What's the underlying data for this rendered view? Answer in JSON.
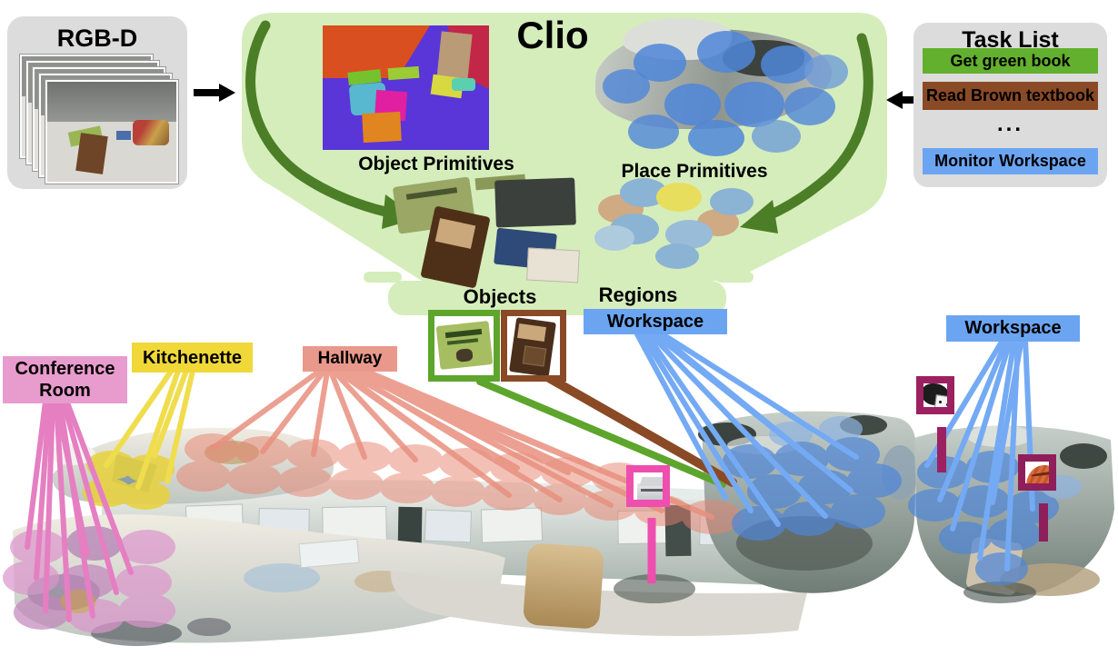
{
  "rgbd": {
    "title": "RGB-D"
  },
  "clio": {
    "title": "Clio",
    "object_primitives_label": "Object Primitives",
    "place_primitives_label": "Place Primitives"
  },
  "outputs": {
    "objects_label": "Objects",
    "regions_label": "Regions"
  },
  "task_list": {
    "title": "Task List",
    "items": [
      {
        "label": "Get green book",
        "color": "#63b02e"
      },
      {
        "label": "Read Brown textbook",
        "color": "#8a4a26"
      },
      {
        "label": "...",
        "color": "none"
      },
      {
        "label": "Monitor Workspace",
        "color": "#6ba5f2"
      }
    ]
  },
  "scene_labels": {
    "conference_room": "Conference Room",
    "kitchenette": "Kitchenette",
    "hallway": "Hallway",
    "workspace_left": "Workspace",
    "workspace_right": "Workspace"
  },
  "colors": {
    "funnel_green": "#d5edbb",
    "arrow_dark_green": "#4c7e27",
    "object_green": "#5da52c",
    "textbook_brown": "#8a4a26",
    "workspace_blue": "#6ba5f2",
    "conference_pink": "#e89cce",
    "kitchenette_yellow": "#f0d838",
    "hallway_salmon": "#e9998c",
    "object_frame_pink": "#ee4fae",
    "object_frame_magenta": "#9c2161",
    "panel_gray": "#dcdcdc"
  }
}
